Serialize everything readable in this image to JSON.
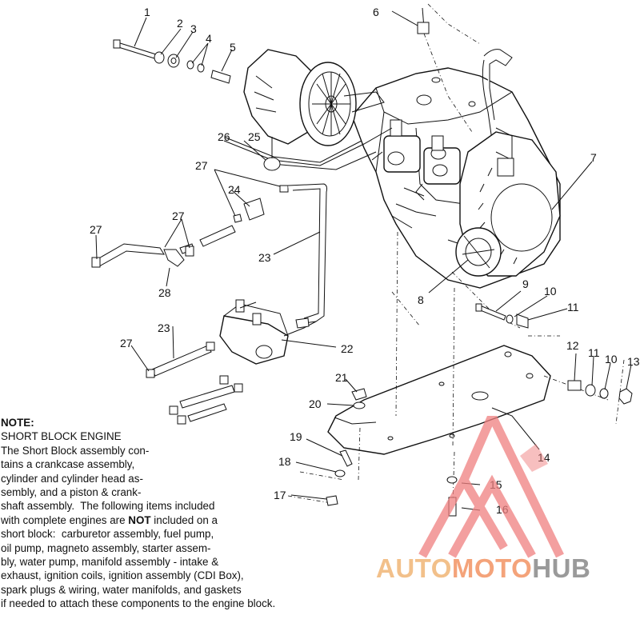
{
  "callouts": {
    "c1": "1",
    "c2": "2",
    "c3": "3",
    "c4": "4",
    "c5": "5",
    "c6": "6",
    "c7": "7",
    "c8": "8",
    "c9": "9",
    "c10a": "10",
    "c11a": "11",
    "c12": "12",
    "c11b": "11",
    "c10b": "10",
    "c13": "13",
    "c14": "14",
    "c15": "15",
    "c16": "16",
    "c17": "17",
    "c18": "18",
    "c19": "19",
    "c20": "20",
    "c21": "21",
    "c22": "22",
    "c23a": "23",
    "c23b": "23",
    "c24": "24",
    "c25": "25",
    "c26": "26",
    "c27a": "27",
    "c27b": "27",
    "c27c": "27",
    "c27d": "27",
    "c28": "28"
  },
  "note": {
    "title": "NOTE:",
    "lines": [
      "SHORT BLOCK ENGINE",
      "The Short Block assembly con-",
      "tains a crankcase assembly,",
      "cylinder and cylinder head as-",
      "sembly, and a piston & crank-",
      "shaft assembly.  The following items included",
      "with complete engines are ",
      "short block:  carburetor assembly, fuel pump,",
      "oil pump, magneto assembly, starter assem-",
      "bly, water pump, manifold assembly - intake &",
      "exhaust, ignition coils, ignition assembly (CDI Box),",
      "spark plugs & wiring, water manifolds, and gaskets",
      "if needed to attach these components to the engine block."
    ],
    "bold_word": "NOT",
    "line7_tail": " included on a"
  },
  "watermark": {
    "part1": "AUTO",
    "part2": "MOTO",
    "part3": "HUB",
    "colors": {
      "part1": "#f2c08a",
      "part2": "#f4a37a",
      "part3": "#9a9a9a",
      "logo": "#f08080"
    }
  }
}
